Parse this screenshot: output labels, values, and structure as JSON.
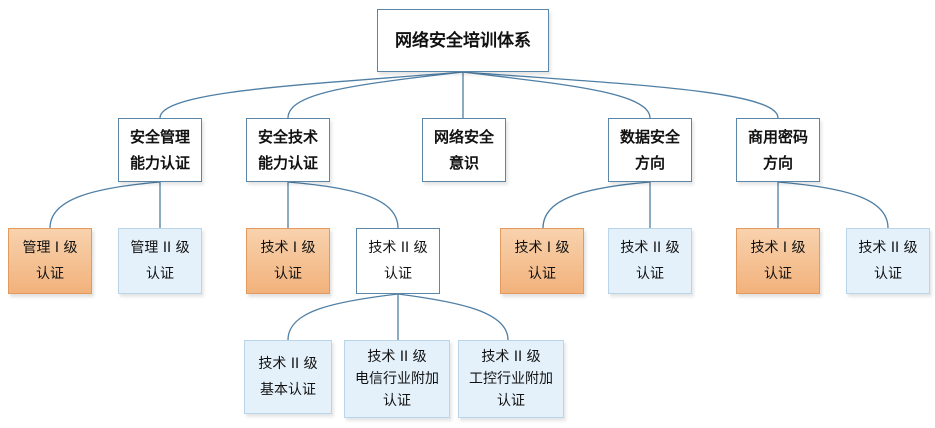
{
  "root": {
    "lines": [
      "网络安全培训体系"
    ]
  },
  "categories": [
    {
      "lines": [
        "安全管理",
        "能力认证"
      ]
    },
    {
      "lines": [
        "安全技术",
        "能力认证"
      ]
    },
    {
      "lines": [
        "网络安全",
        "意识"
      ]
    },
    {
      "lines": [
        "数据安全",
        "方向"
      ]
    },
    {
      "lines": [
        "商用密码",
        "方向"
      ]
    }
  ],
  "level2": {
    "mgmt_l1": {
      "lines": [
        "管理 I 级",
        "认证"
      ]
    },
    "mgmt_l2": {
      "lines": [
        "管理 II 级",
        "认证"
      ]
    },
    "tech_l1": {
      "lines": [
        "技术 I 级",
        "认证"
      ]
    },
    "tech_l2": {
      "lines": [
        "技术 II 级",
        "认证"
      ]
    },
    "data_l1": {
      "lines": [
        "技术 I 级",
        "认证"
      ]
    },
    "data_l2": {
      "lines": [
        "技术 II 级",
        "认证"
      ]
    },
    "crypto_l1": {
      "lines": [
        "技术 I 级",
        "认证"
      ]
    },
    "crypto_l2": {
      "lines": [
        "技术 II 级",
        "认证"
      ]
    }
  },
  "level3": [
    {
      "lines": [
        "技术 II 级",
        "基本认证"
      ]
    },
    {
      "lines": [
        "技术 II 级",
        "电信行业附加",
        "认证"
      ]
    },
    {
      "lines": [
        "技术 II 级",
        "工控行业附加",
        "认证"
      ]
    }
  ],
  "colors": {
    "connector": "#4f7fa5",
    "white_fill": "#ffffff",
    "blue_fill": "#e4f1fb",
    "orange_fill": "#f4be8c"
  }
}
